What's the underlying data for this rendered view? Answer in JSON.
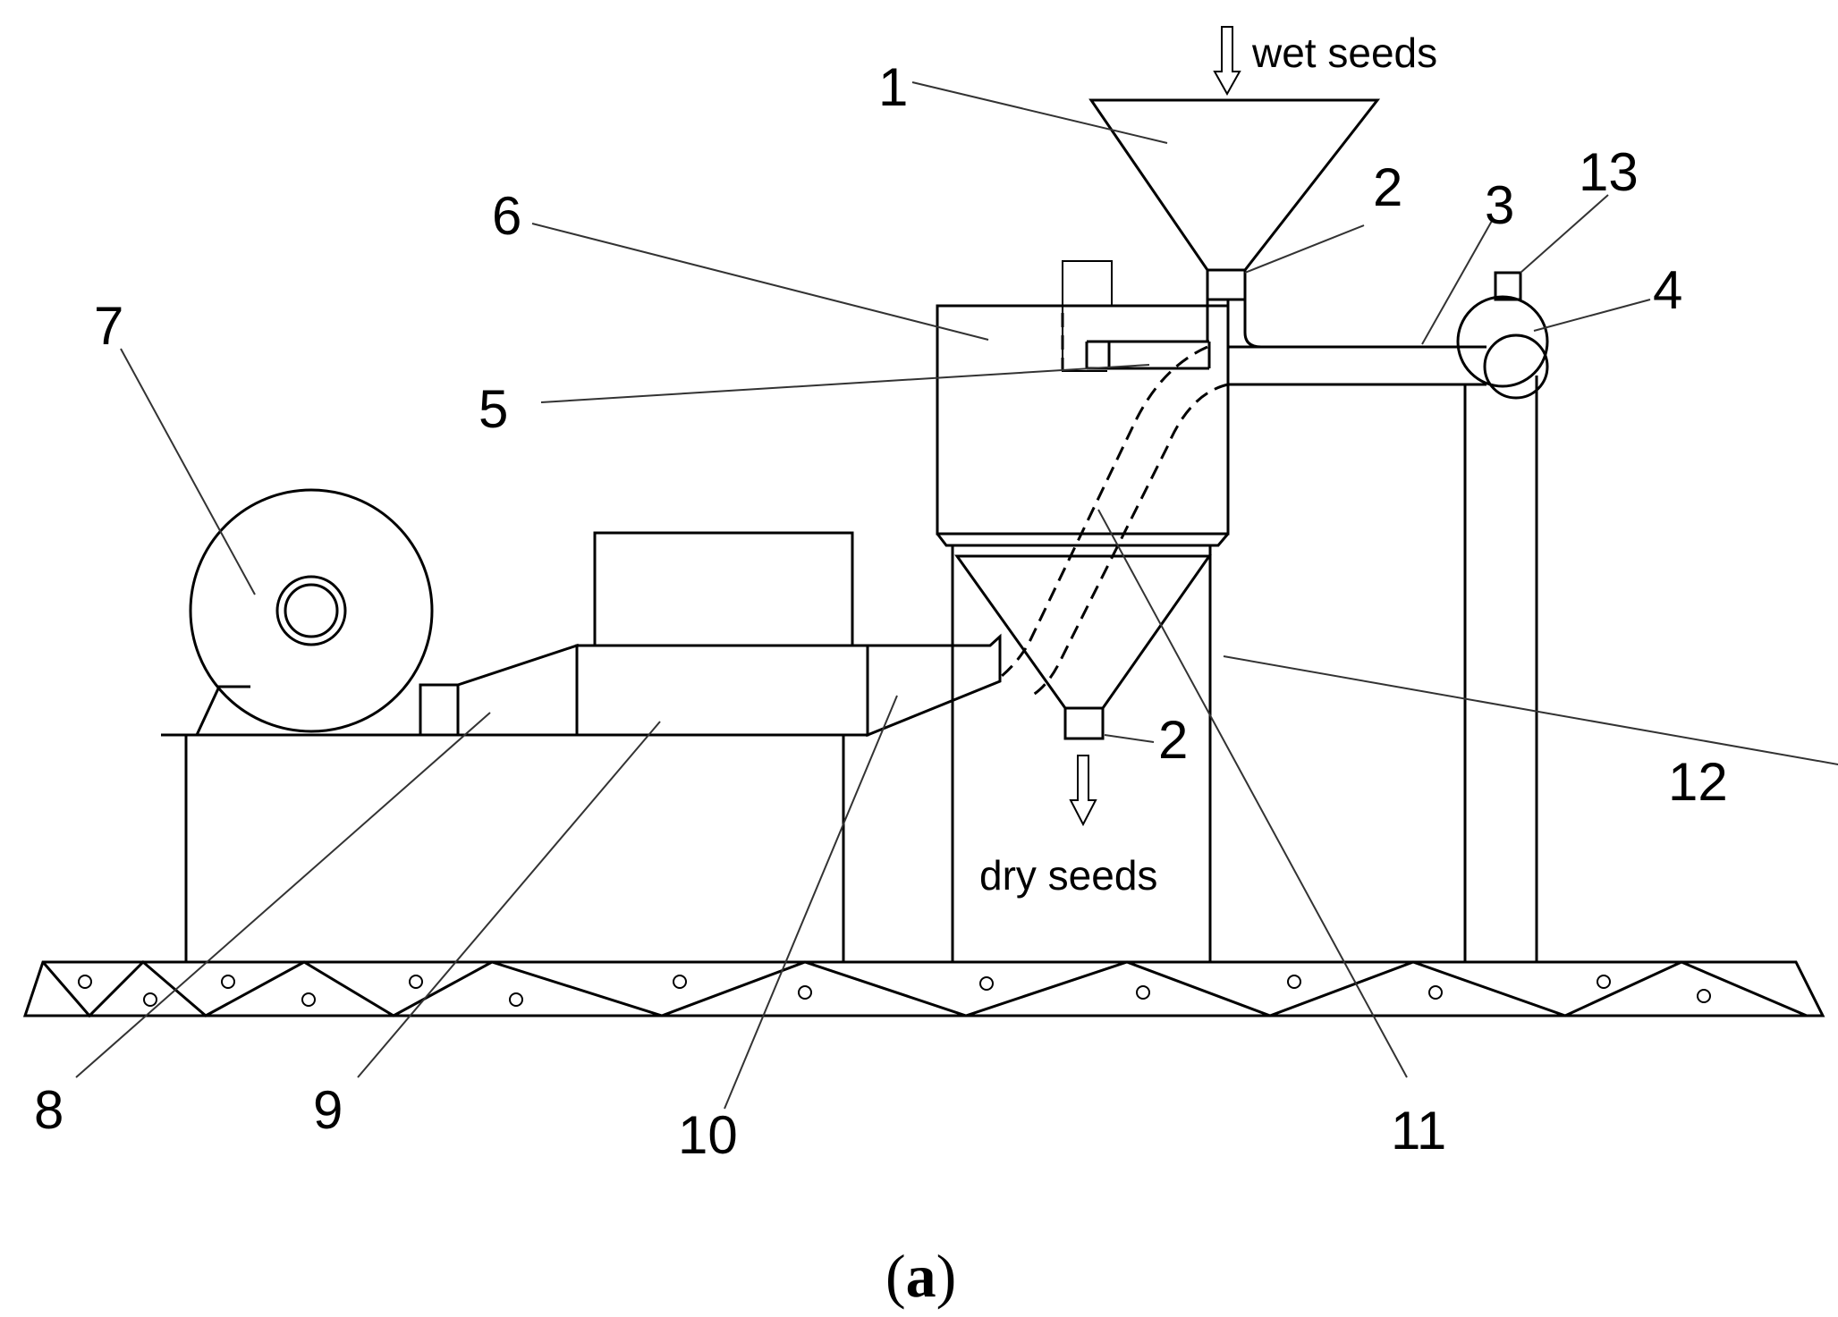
{
  "labels": {
    "wet_seeds": "wet seeds",
    "dry_seeds": "dry seeds",
    "caption_open": "(",
    "caption_letter": "a",
    "caption_close": ")"
  },
  "callouts": {
    "n1": "1",
    "n2_top": "2",
    "n2_bottom": "2",
    "n3": "3",
    "n4": "4",
    "n5": "5",
    "n6": "6",
    "n7": "7",
    "n8": "8",
    "n9": "9",
    "n10": "10",
    "n11": "11",
    "n12": "12",
    "n13": "13"
  }
}
